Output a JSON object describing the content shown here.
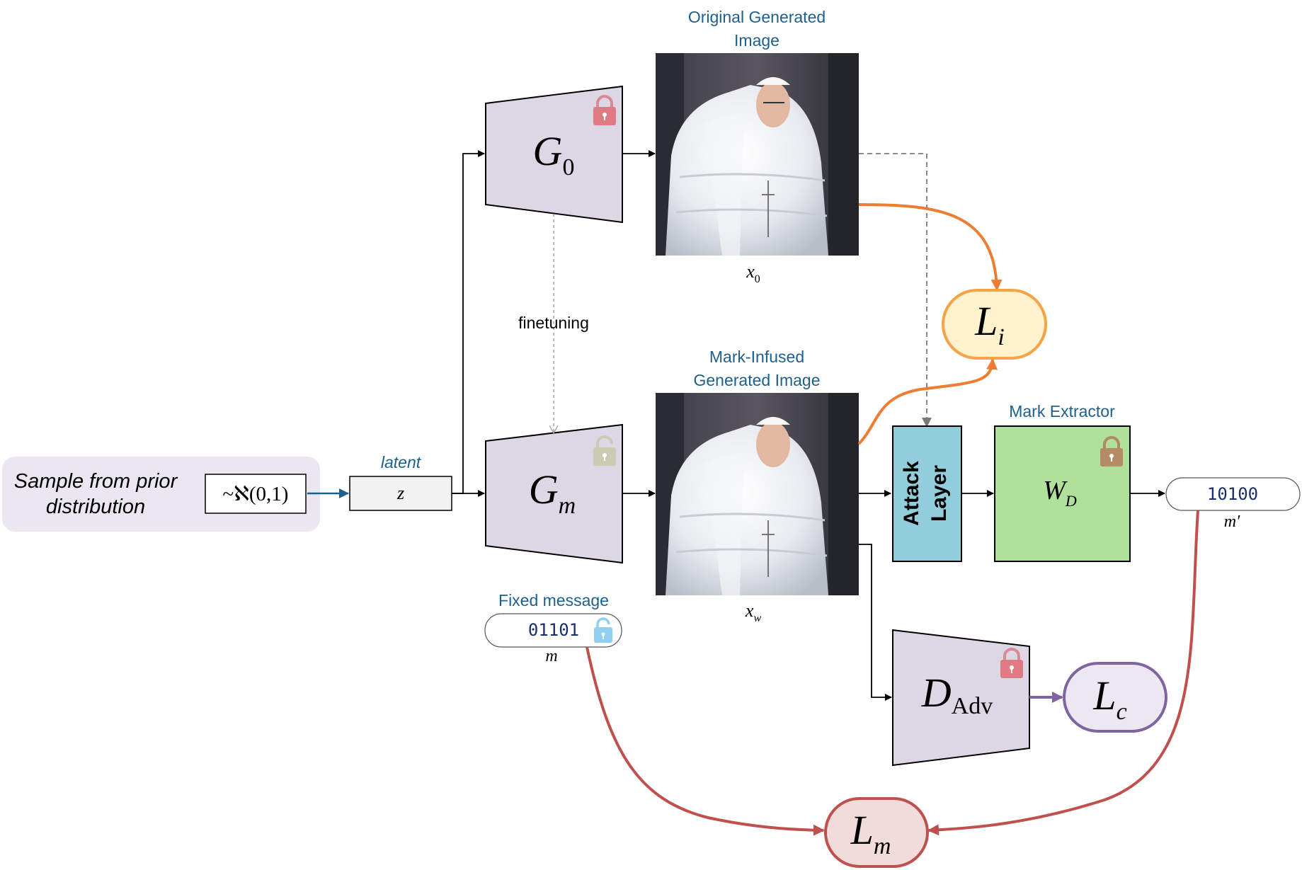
{
  "prior": {
    "label_line1": "Sample from prior",
    "label_line2": "distribution",
    "dist_prefix": "~",
    "dist_symbol": "ℵ",
    "dist_params": "(0,1)"
  },
  "latent": {
    "caption": "latent",
    "symbol": "z"
  },
  "g0": {
    "letter": "G",
    "subscript": "0",
    "lock_state": "locked"
  },
  "gm": {
    "letter": "G",
    "subscript": "m",
    "lock_state": "unlocked"
  },
  "finetuning_label": "finetuning",
  "original_image": {
    "caption_line1": "Original Generated",
    "caption_line2": "Image",
    "var": "x",
    "var_sub": "0"
  },
  "mark_image": {
    "caption_line1": "Mark-Infused",
    "caption_line2": "Generated Image",
    "var": "x",
    "var_sub": "w"
  },
  "attack_layer": {
    "line1": "Attack",
    "line2": "Layer"
  },
  "mark_extractor": {
    "caption": "Mark Extractor",
    "letter": "W",
    "subscript": "D"
  },
  "extracted_message": {
    "bits": "10100",
    "label": "m′"
  },
  "fixed_message": {
    "caption": "Fixed message",
    "bits": "01101",
    "label": "m"
  },
  "discriminator": {
    "letter": "D",
    "subscript": "Adv"
  },
  "losses": {
    "image": {
      "letter": "L",
      "subscript": "i"
    },
    "critic": {
      "letter": "L",
      "subscript": "c"
    },
    "message": {
      "letter": "L",
      "subscript": "m"
    }
  },
  "colors": {
    "generator_fill": "#ddd7e5",
    "attack_fill": "#92cddc",
    "extractor_fill": "#b0e09a",
    "prior_box": "#ebe7f0",
    "orange": "#ed7d31",
    "red": "#c0504d",
    "purple": "#8064a2",
    "caption_blue": "#1f5f8b"
  }
}
